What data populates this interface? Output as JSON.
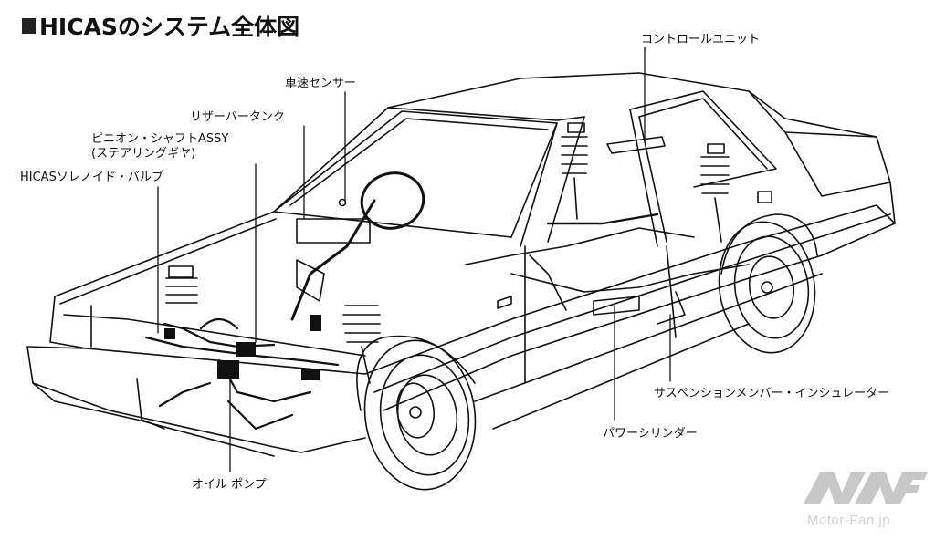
{
  "title": {
    "marker": "square-bullet",
    "text": "HICASのシステム全体図"
  },
  "labels": [
    {
      "id": "control-unit",
      "text": "コントロールユニット"
    },
    {
      "id": "vehicle-speed-sensor",
      "text": "車速センサー"
    },
    {
      "id": "reservoir-tank",
      "text": "リザーバータンク"
    },
    {
      "id": "pinion-shaft-line1",
      "text": "ピニオン・シャフトASSY"
    },
    {
      "id": "pinion-shaft-line2",
      "text": "(ステアリングギヤ)"
    },
    {
      "id": "hicas-solenoid-valve",
      "text": "HICASソレノイド・バルブ"
    },
    {
      "id": "suspension-member-insulator",
      "text": "サスペンションメンバー・インシュレーター"
    },
    {
      "id": "power-cylinder",
      "text": "パワーシリンダー"
    },
    {
      "id": "oil-pump",
      "text": "オイル ポンプ"
    }
  ],
  "watermark": {
    "logo": "MF",
    "text": "Motor-Fan.jp",
    "color": "#c8c8c8"
  },
  "colors": {
    "line": "#111111",
    "background": "#ffffff"
  }
}
